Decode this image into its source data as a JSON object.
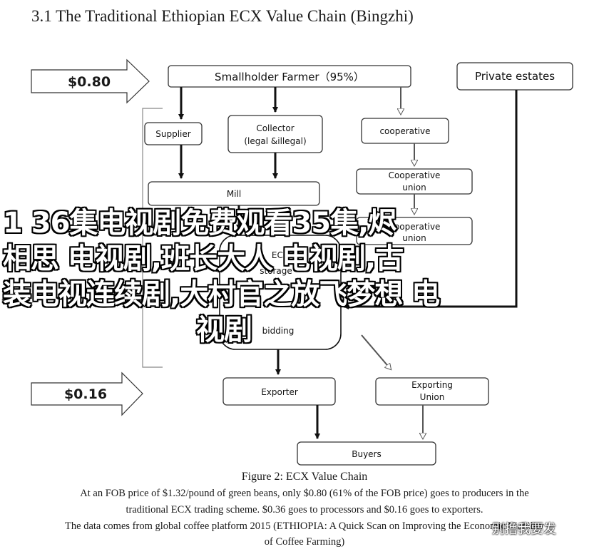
{
  "heading": "3.1 The Traditional Ethiopian ECX Value Chain (Bingzhi)",
  "prices": {
    "top": "$0.80",
    "bottom": "$0.16"
  },
  "nodes": {
    "smallholder": "Smallholder Farmer（95%）",
    "private_estates": "Private estates",
    "supplier": "Supplier",
    "collector_line1": "Collector",
    "collector_line2": "(legal &illegal)",
    "cooperative": "cooperative",
    "coop_union_line1": "Cooperative",
    "coop_union_line2": "union",
    "mill": "Mill",
    "coop_union2_line1": "Cooperative",
    "coop_union2_line2": "union",
    "ecx": "ECX",
    "ecx_storage": "storage",
    "bidding": "bidding",
    "exporter": "Exporter",
    "exporting_union_line1": "Exporting",
    "exporting_union_line2": "Union",
    "buyers": "Buyers"
  },
  "caption": {
    "figure_title": "Figure 2: ECX Value Chain",
    "line1": "At an FOB price of $1.32/pound of green beans, only $0.80 (61% of the FOB price) goes to producers in the",
    "line2": "traditional ECX trading scheme. $0.36 goes to processors and $0.16 goes to exporters.",
    "line3": "The data comes from global coffee platform 2015 (ETHIOPIA: A Quick Scan on Improving the Economic Viability",
    "line4": "of Coffee Farming)"
  },
  "overlay": {
    "line1": "1 36集电视剧免费观看35集,烬",
    "line2": "相思 电视剧,班长大人 电视剧,古",
    "line3": "装电视连续剧,大村官之放飞梦想 电",
    "line4": "视剧"
  },
  "watermark": "别撸我要发"
}
